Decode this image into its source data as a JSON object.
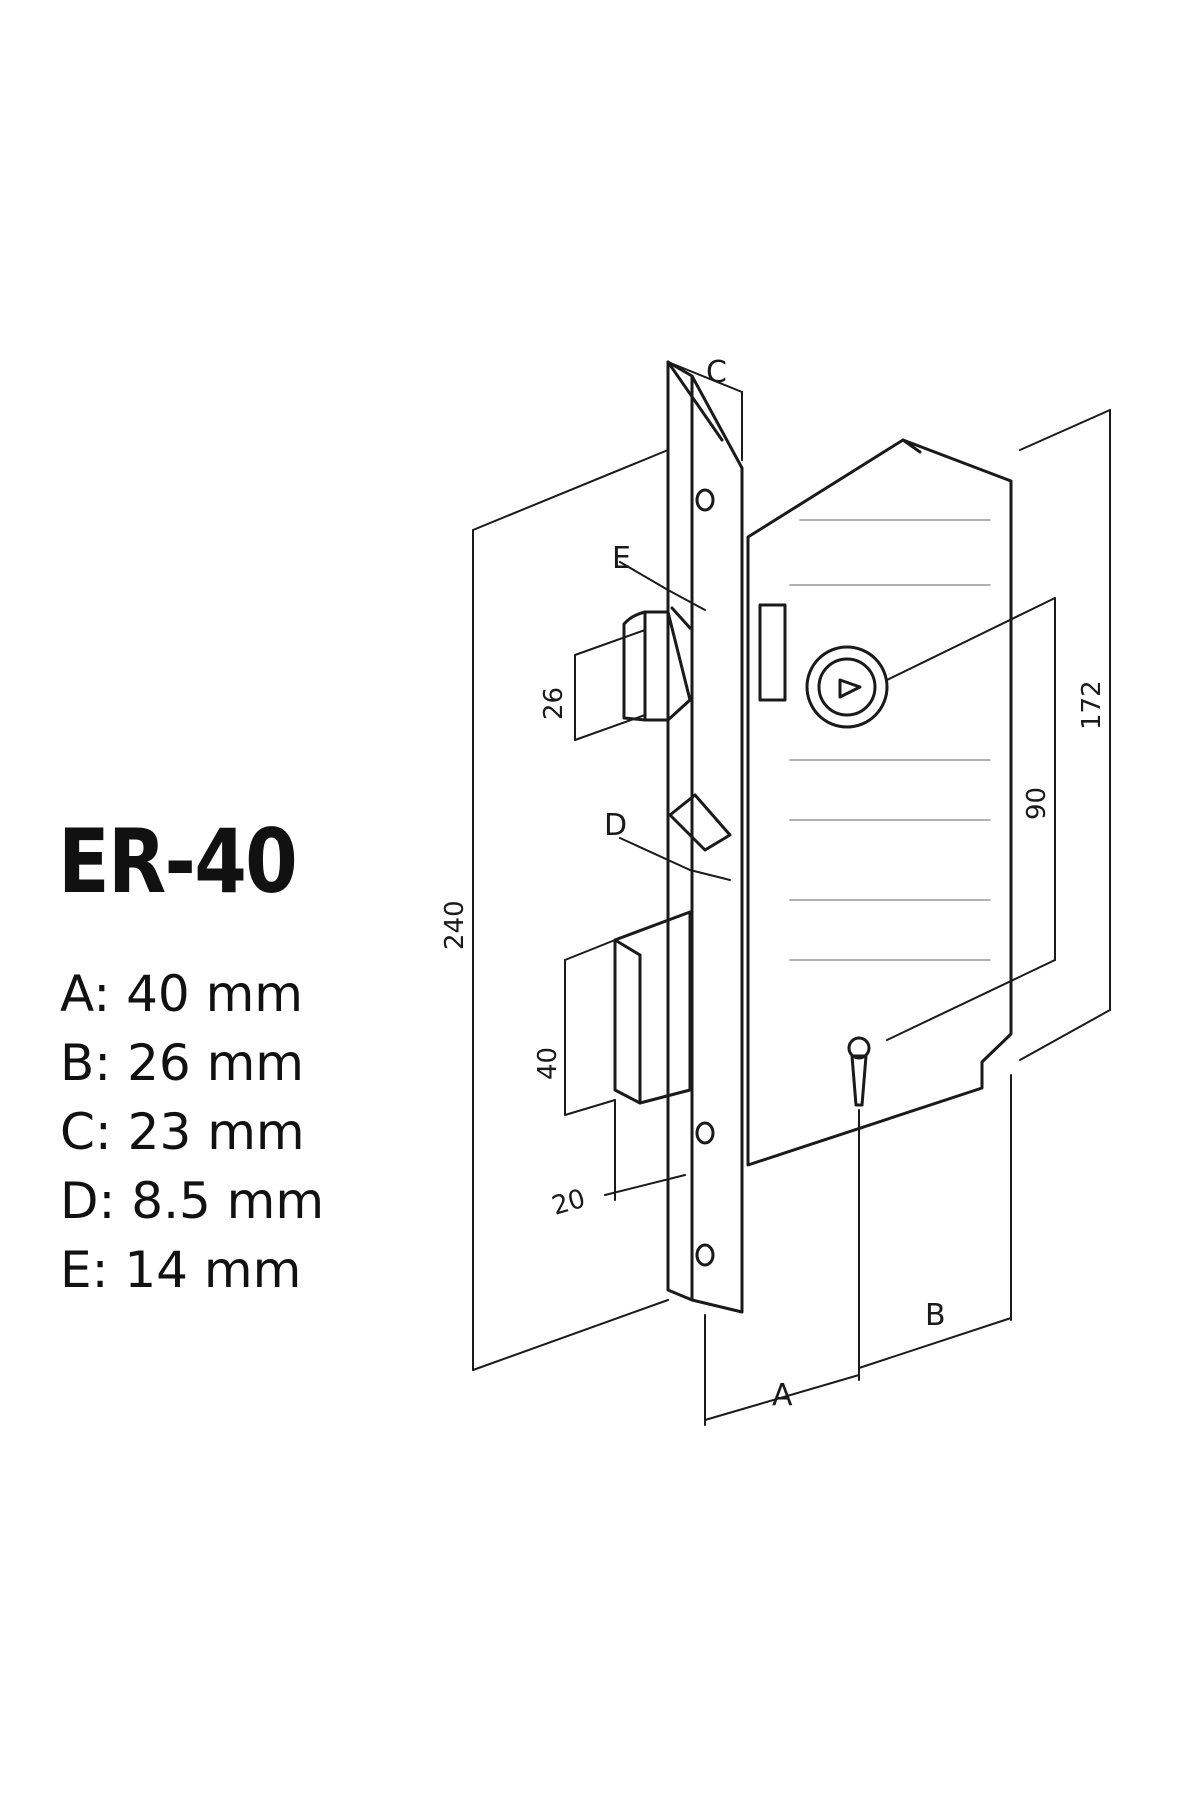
{
  "product": {
    "model": "ER-40"
  },
  "specs": [
    {
      "label": "A:",
      "value": "40 mm"
    },
    {
      "label": "B:",
      "value": "26 mm"
    },
    {
      "label": "C:",
      "value": "23 mm"
    },
    {
      "label": "D:",
      "value": "8.5 mm"
    },
    {
      "label": "E:",
      "value": "14 mm"
    }
  ],
  "drawing": {
    "labels": {
      "c": "C",
      "e": "E",
      "d": "D",
      "a": "A",
      "b": "B",
      "dim_26": "26",
      "dim_40": "40",
      "dim_20": "20",
      "dim_240": "240",
      "dim_90": "90",
      "dim_172": "172"
    },
    "line_color": "#1a1a1a",
    "background_color": "#ffffff"
  }
}
